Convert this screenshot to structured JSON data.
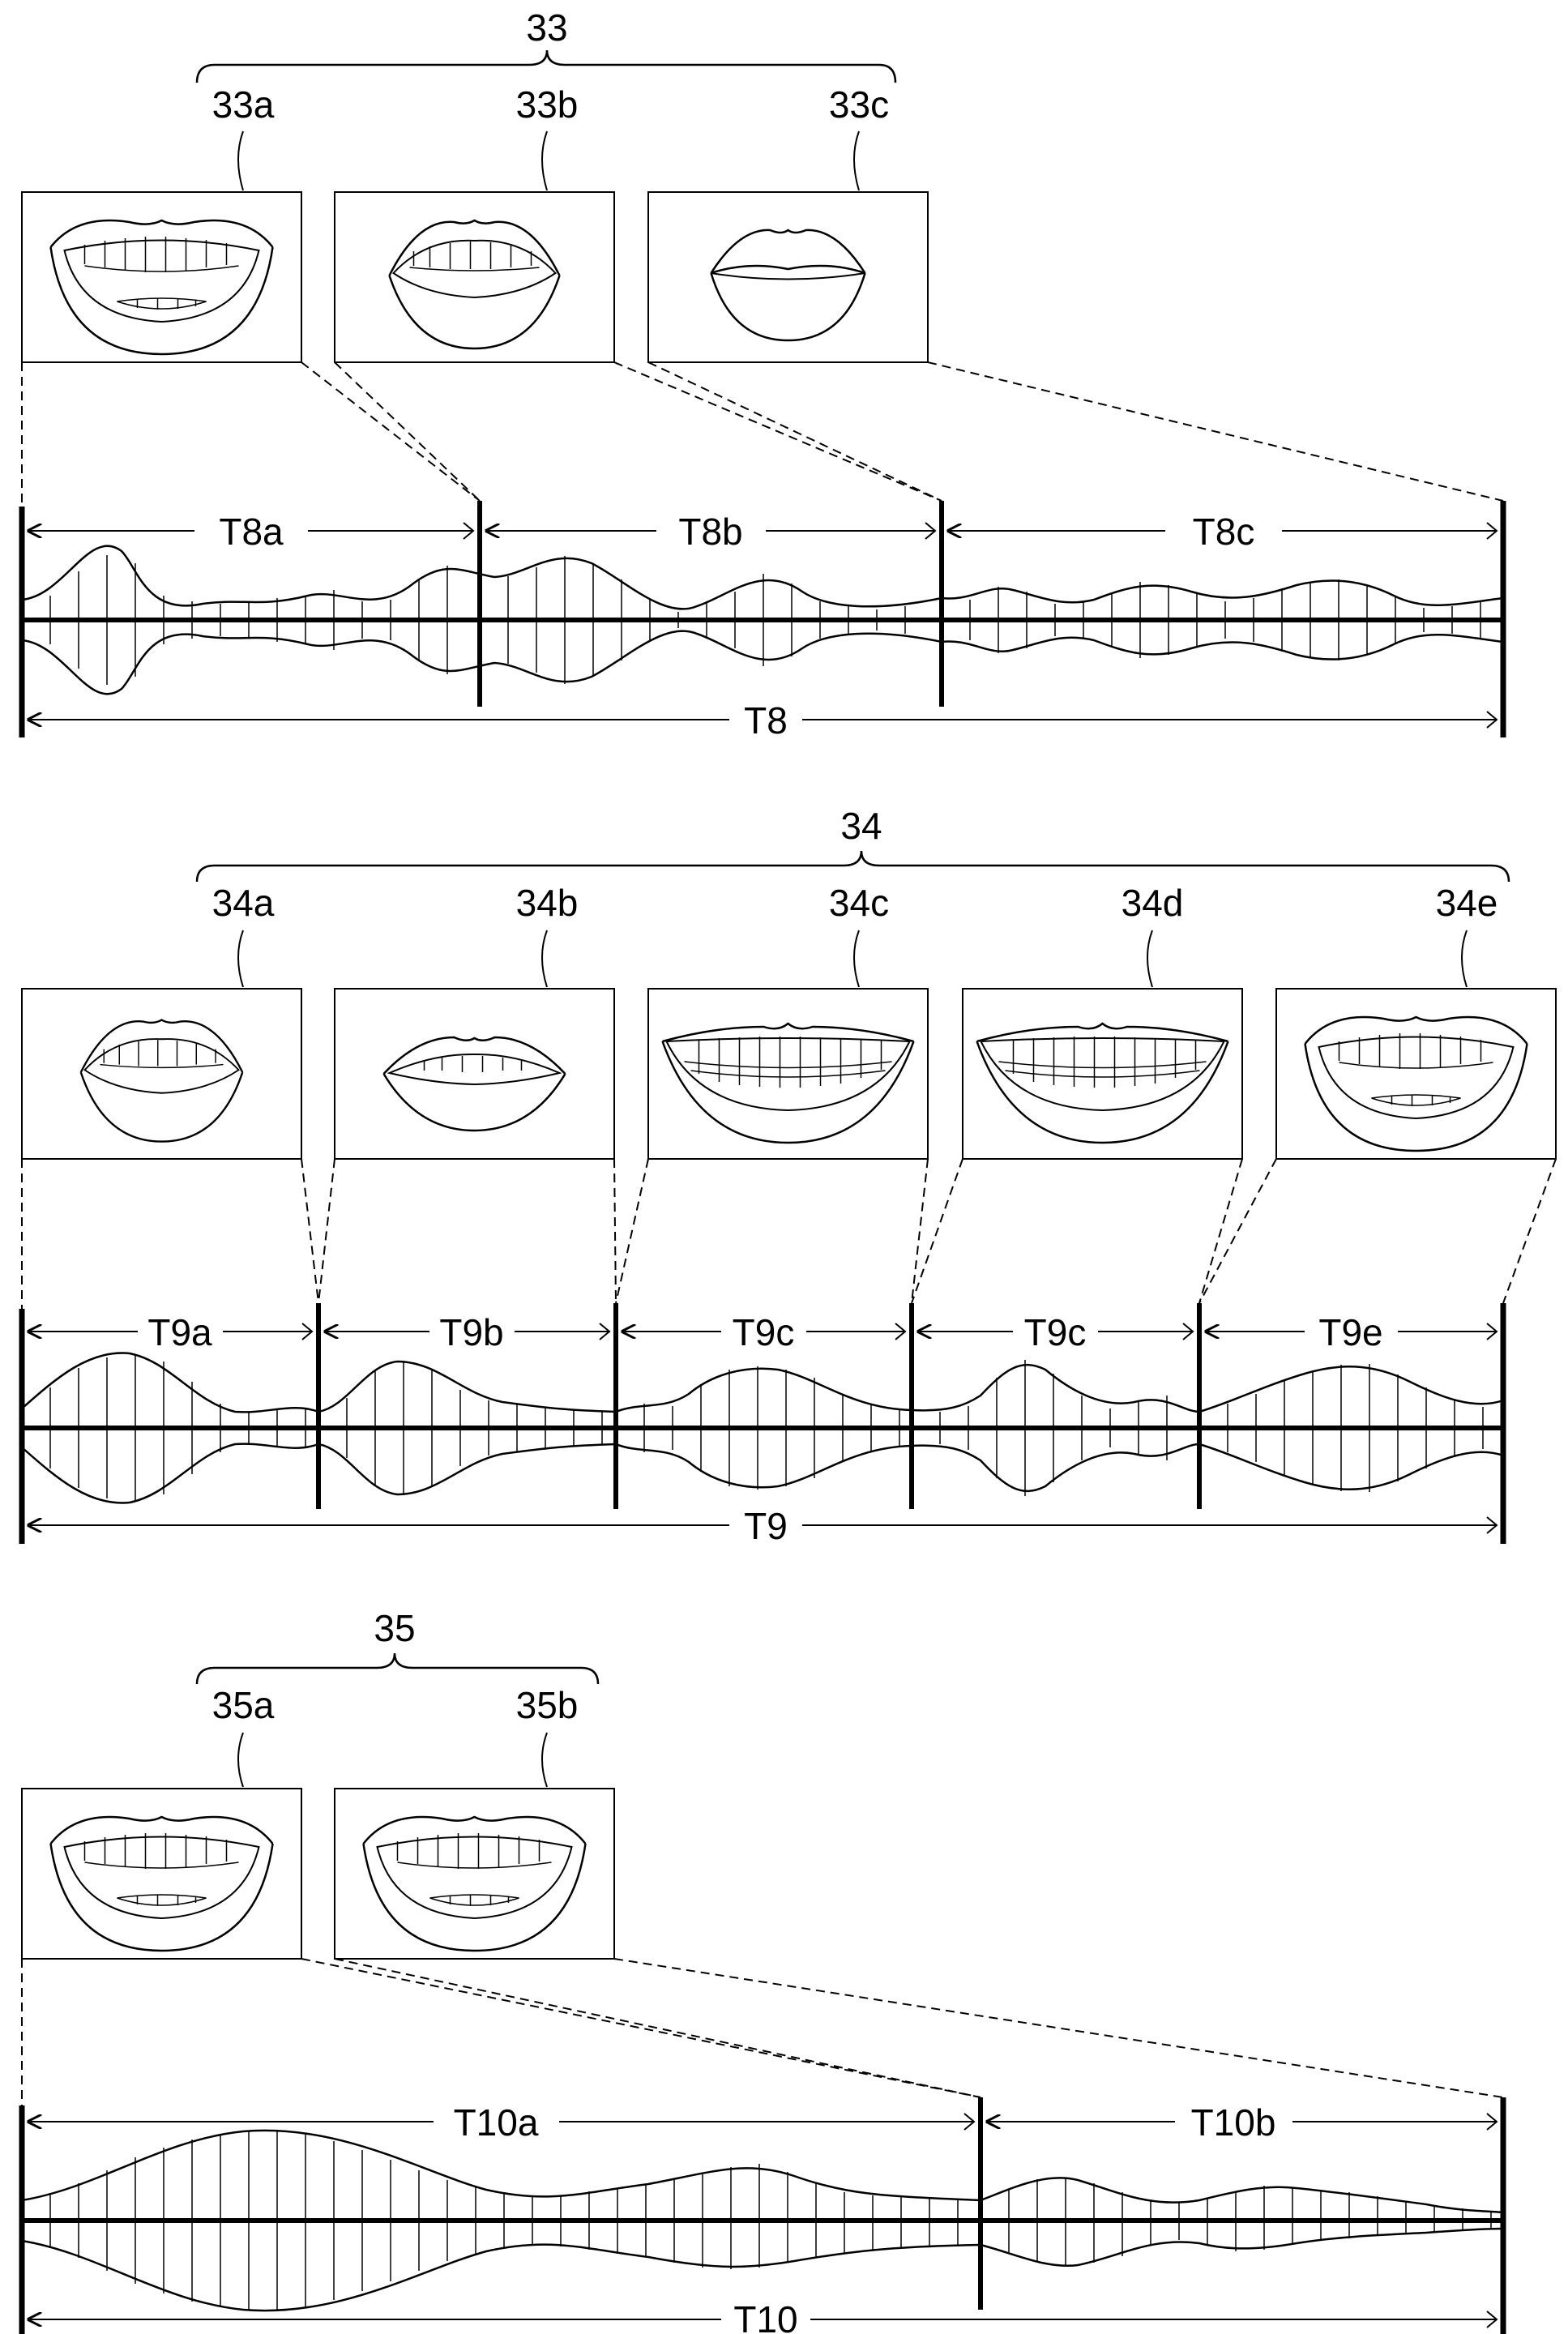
{
  "groups": [
    {
      "id": "g33",
      "label": "33",
      "images": [
        {
          "label": "33a",
          "mouth": "open-smile"
        },
        {
          "label": "33b",
          "mouth": "open-round"
        },
        {
          "label": "33c",
          "mouth": "closed-lips"
        }
      ],
      "segments": [
        {
          "label": "T8a",
          "mouth": "open-smile"
        },
        {
          "label": "T8b",
          "mouth": "open-round"
        },
        {
          "label": "T8c",
          "mouth": "closed-lips"
        }
      ],
      "total": "T8"
    },
    {
      "id": "g34",
      "label": "34",
      "images": [
        {
          "label": "34a",
          "mouth": "open-round"
        },
        {
          "label": "34b",
          "mouth": "small-open"
        },
        {
          "label": "34c",
          "mouth": "wide-teeth"
        },
        {
          "label": "34d",
          "mouth": "wide-teeth"
        },
        {
          "label": "34e",
          "mouth": "open-smile"
        }
      ],
      "segments": [
        {
          "label": "T9a"
        },
        {
          "label": "T9b"
        },
        {
          "label": "T9c"
        },
        {
          "label": "T9c"
        },
        {
          "label": "T9e"
        }
      ],
      "total": "T9"
    },
    {
      "id": "g35",
      "label": "35",
      "images": [
        {
          "label": "35a",
          "mouth": "open-smile"
        },
        {
          "label": "35b",
          "mouth": "open-smile"
        }
      ],
      "segments": [
        {
          "label": "T10a"
        },
        {
          "label": "T10b"
        }
      ],
      "total": "T10"
    }
  ]
}
